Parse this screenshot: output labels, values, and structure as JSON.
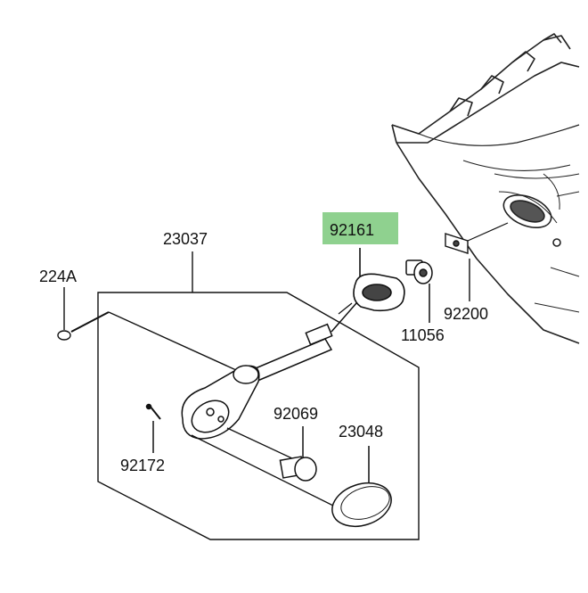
{
  "diagram": {
    "highlight_color": "#8fd18f",
    "callouts": {
      "p23037": "23037",
      "p224A": "224A",
      "p92161": "92161",
      "p11056": "11056",
      "p92200": "92200",
      "p92069": "92069",
      "p23048": "23048",
      "p92172": "92172"
    },
    "highlighted_part": "92161"
  }
}
